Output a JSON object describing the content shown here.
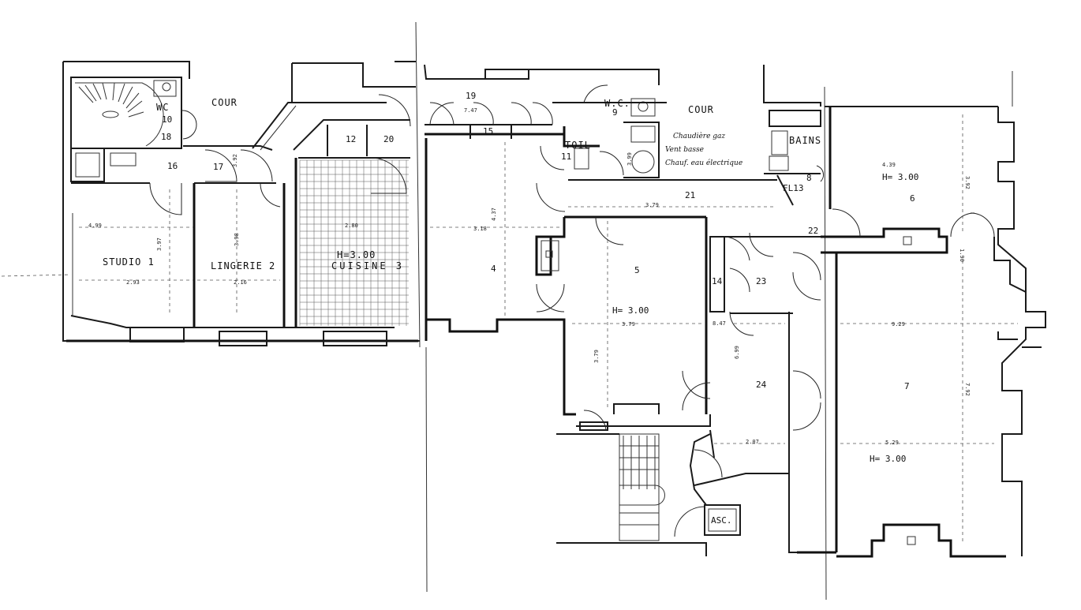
{
  "labels": {
    "cour_left": "COUR",
    "cour_right": "COUR",
    "wc": "WC",
    "n10": "10",
    "n18": "18",
    "n16": "16",
    "n17": "17",
    "n12": "12",
    "n20": "20",
    "n19": "19",
    "n15": "15",
    "wc9": "W.C.",
    "n9": "9",
    "toil": "TOIL",
    "n11": "11",
    "bains": "BAINS",
    "n8": "8",
    "fl13": "FL13",
    "n21": "21",
    "n22": "22",
    "n4": "4",
    "n5": "5",
    "n6": "6",
    "n7": "7",
    "n14": "14",
    "n23": "23",
    "n24": "24",
    "studio": "STUDIO  1",
    "lingerie": "LINGERIE 2",
    "cuisine": "CUISINE 3",
    "h_cuisine": "H=3.00",
    "h_room5": "H= 3.00",
    "h_room6": "H= 3.00",
    "h_room7": "H= 3.00",
    "asc": "ASC."
  },
  "notes": {
    "chaudiere": "Chaudière gaz",
    "vent": "Vent basse",
    "chauf": "Chauf. eau électrique"
  },
  "dims": {
    "d1": "4.99",
    "d2": "3.97",
    "d3": "2.93",
    "d4": "3.98",
    "d5": "2.16",
    "d6": "2.80",
    "d7": "3.18",
    "d8": "4.37",
    "d9": "3.79",
    "d10": "3.79",
    "d11": "4.39",
    "d12": "3.92",
    "d13": "9.29",
    "d14": "7.92",
    "d15": "5.29",
    "d16": "3.79",
    "d17": "7.47",
    "d18": "2.07",
    "d19": "6.99",
    "d20": "3.92",
    "d21": "3.99",
    "d22": "1.90",
    "d23": "8.47"
  }
}
